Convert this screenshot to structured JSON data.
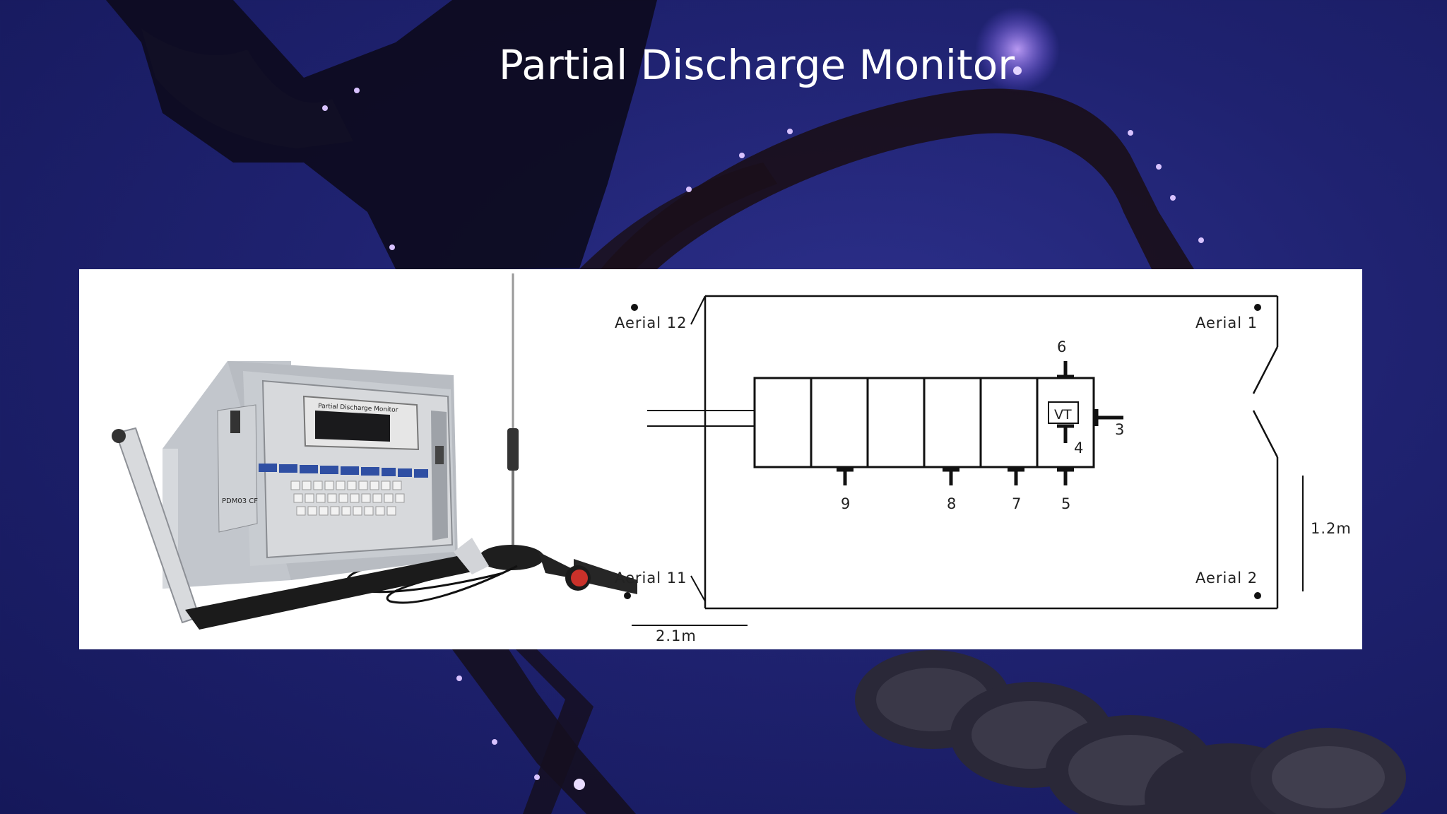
{
  "slide": {
    "title": "Partial Discharge Monitor"
  },
  "device": {
    "screen_label": "Partial Discharge Monitor",
    "model": "PDM03 CF"
  },
  "diagram": {
    "aerials": {
      "a1": "Aerial 1",
      "a2": "Aerial 2",
      "a11": "Aerial 11",
      "a12": "Aerial 12"
    },
    "points": {
      "p3": "3",
      "p4": "4",
      "p5": "5",
      "p6": "6",
      "p7": "7",
      "p8": "8",
      "p9": "9"
    },
    "vt": "VT",
    "dim_height": "1.2m",
    "dim_width": "2.1m"
  }
}
